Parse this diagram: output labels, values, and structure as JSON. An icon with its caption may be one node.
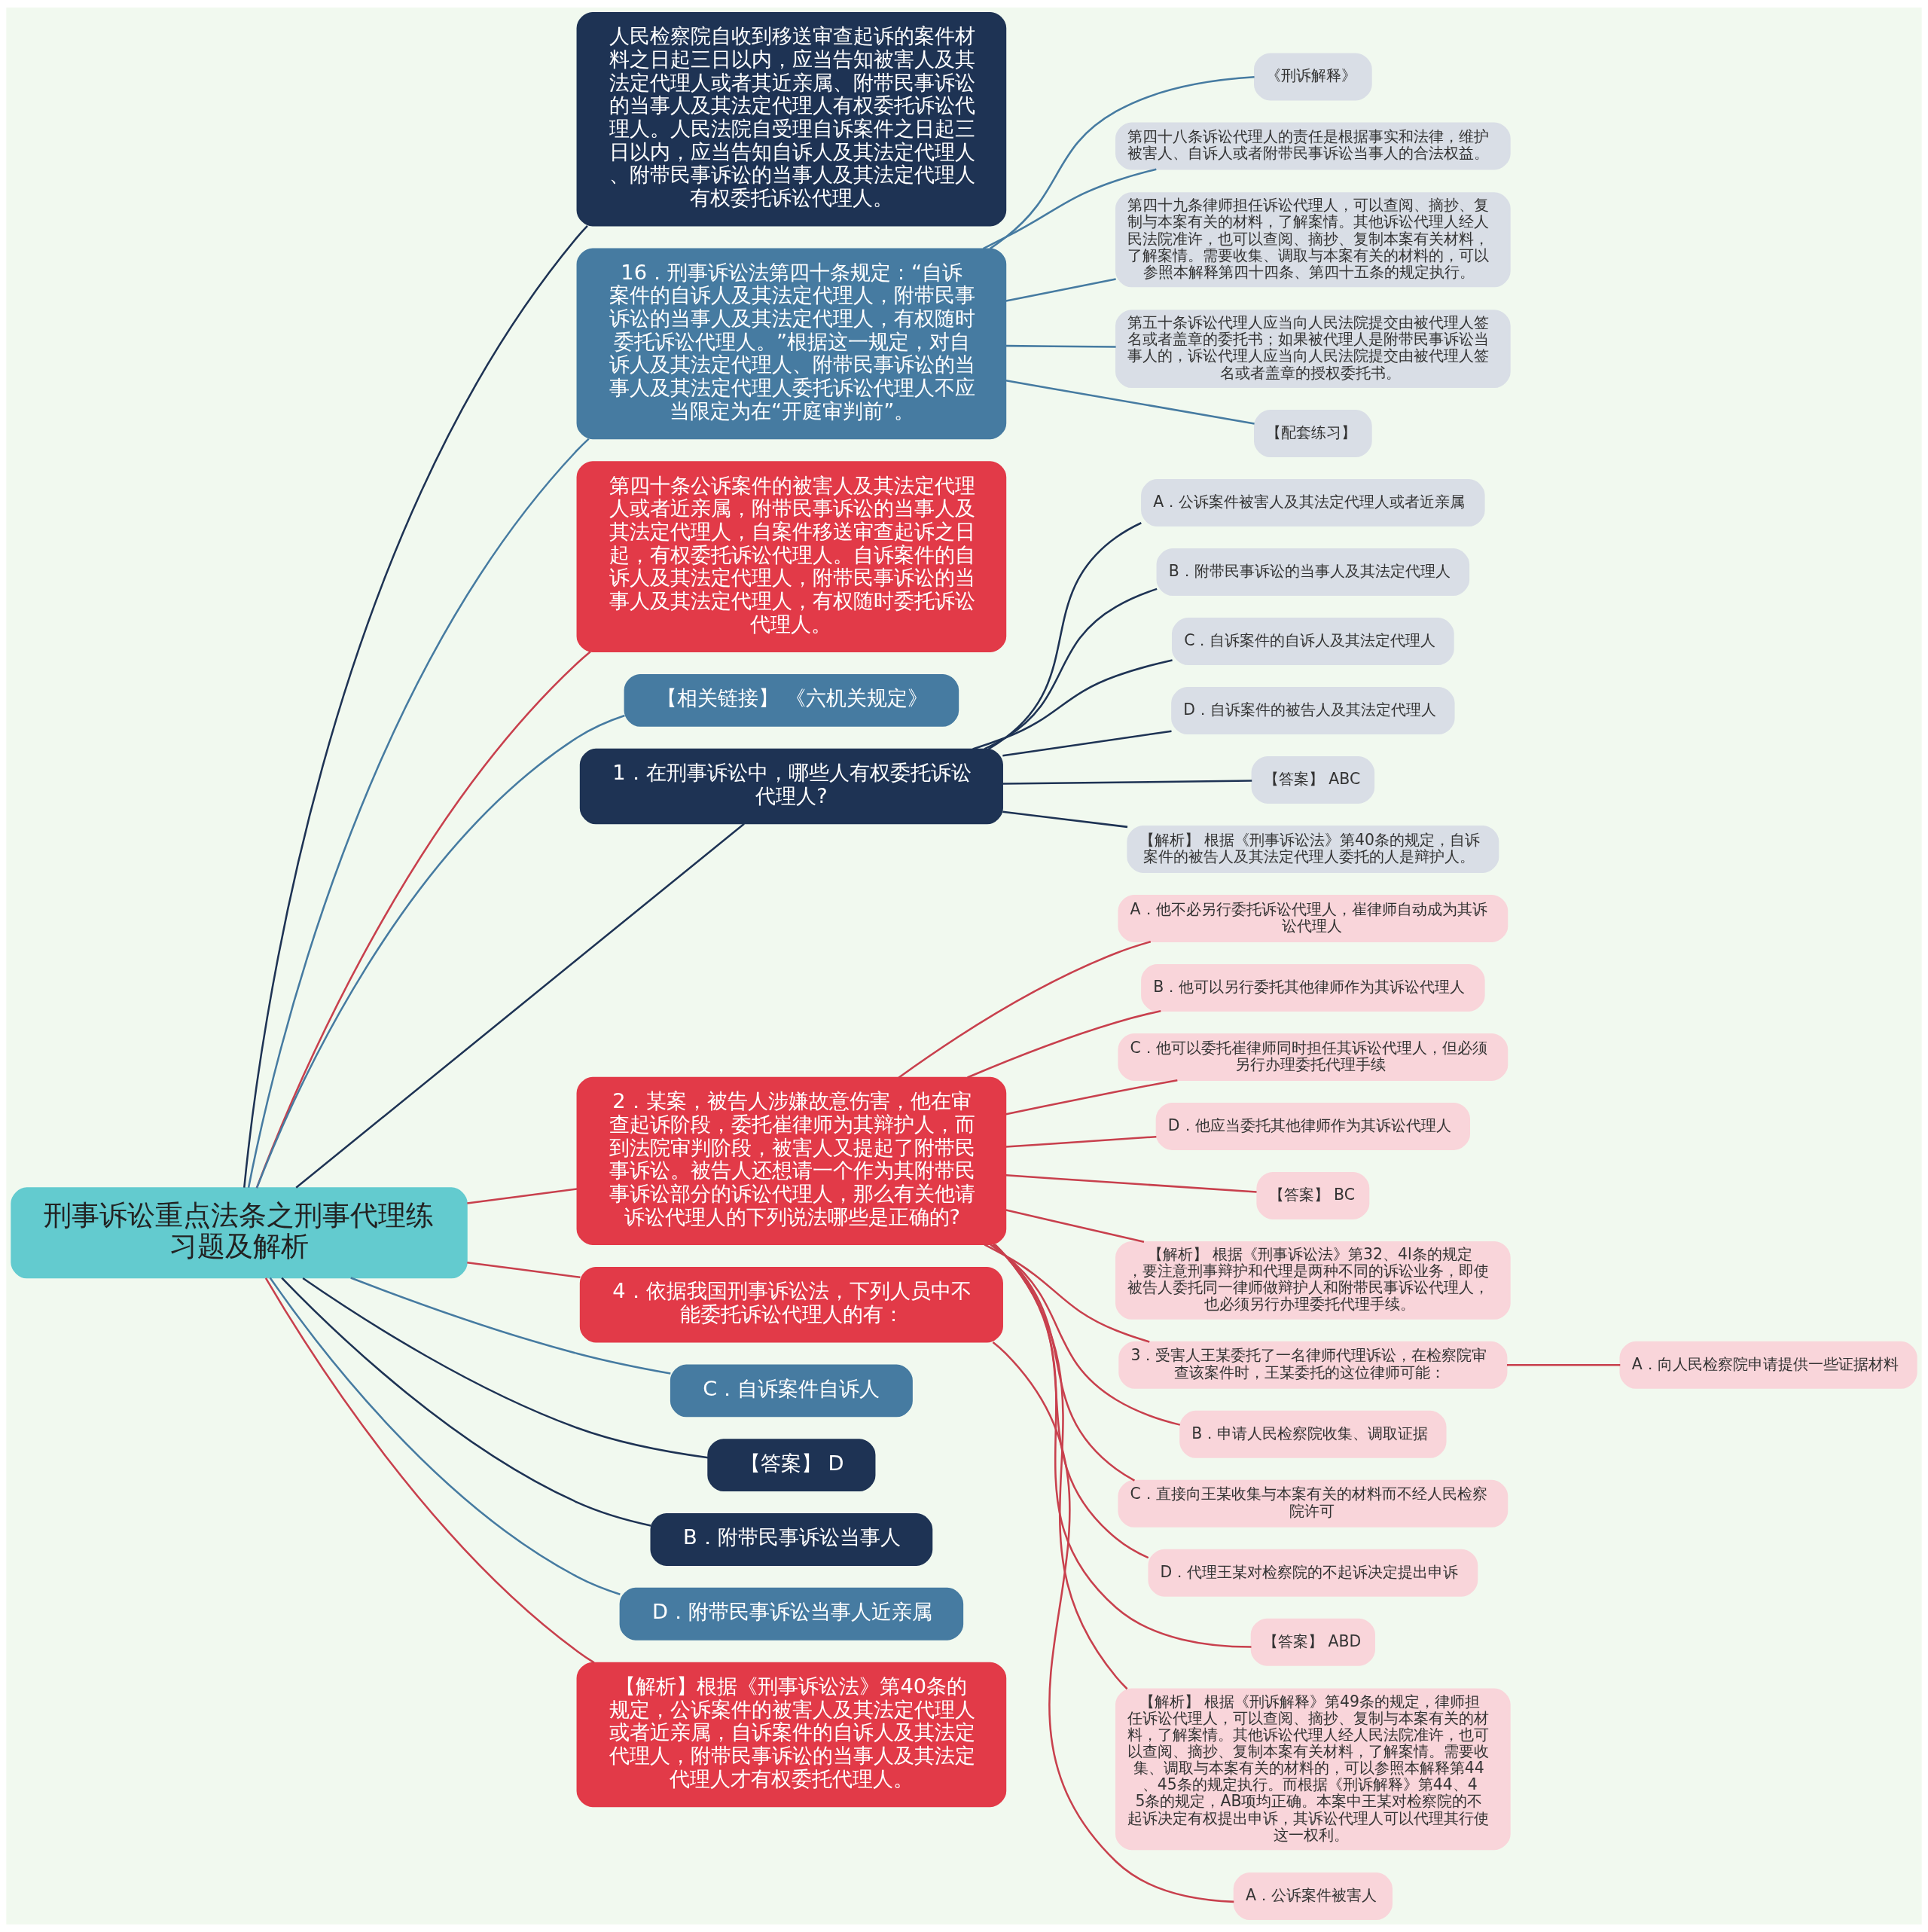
{
  "diagram": {
    "nodes": [
      {
        "text": [
          "刑事诉讼重点法条之刑事代理练习题及解析"
        ]
      },
      {
        "text": [
          "人民检察院自收到移送审查起诉的案件材料之日起三日以内，应当告知被害人及其法定代理人或者其近亲属、附带民事诉讼的当事人及其法定代理人有权委托诉讼代理人。人民法院自受理自诉案件之日起三日以内，应当告知自诉人及其法定代理人、附带民事诉讼的当事人及其法定代理人有权委托诉讼代理人。"
        ]
      },
      {
        "text": [
          "16．刑事诉讼法第四十条规定：“自诉案件的自诉人及其法定代理人，附带民事诉讼的当事人及其法定代理人，有权随时委托诉讼代理人。”根据这一规定，对自诉人及其法定代理人、附带民事诉讼的当事人及其法定代理人委托诉讼代理人不应当限定为在“开庭审判前”。"
        ]
      },
      {
        "text": [
          "《刑诉解释》"
        ]
      },
      {
        "text": [
          "第四十八条诉讼代理人的责任是根据事实和法律，维护被害人、自诉人或者附带民事诉讼当事人的合法权益。"
        ]
      },
      {
        "text": [
          "第四十九条律师担任诉讼代理人，可以查阅、摘抄、复制与本案有关的材料，了解案情。其他诉讼代理人经人民法院准许，也可以查阅、摘抄、复制本案有关材料，了解案情。需要收集、调取与本案有关的材料的，可以参照本解释第四十四条、第四十五条的规定执行。"
        ]
      },
      {
        "text": [
          "第五十条诉讼代理人应当向人民法院提交由被代理人签名或者盖章的委托书；如果被代理人是附带民事诉讼当事人的，诉讼代理人应当向人民法院提交由被代理人签名或者盖章的授权委托书。"
        ]
      },
      {
        "text": [
          "【配套练习】"
        ]
      },
      {
        "text": [
          "第四十条公诉案件的被害人及其法定代理人或者近亲属，附带民事诉讼的当事人及其法定代理人，自案件移送审查起诉之日起，有权委托诉讼代理人。自诉案件的自诉人及其法定代理人，附带民事诉讼的当事人及其法定代理人，有权随时委托诉讼代理人。"
        ]
      },
      {
        "text": [
          "【相关链接】 《六机关规定》"
        ]
      },
      {
        "text": [
          "1．在刑事诉讼中，哪些人有权委托诉讼代理人?"
        ]
      },
      {
        "text": [
          "A．公诉案件被害人及其法定代理人或者近亲属"
        ]
      },
      {
        "text": [
          "B．附带民事诉讼的当事人及其法定代理人"
        ]
      },
      {
        "text": [
          "C．自诉案件的自诉人及其法定代理人"
        ]
      },
      {
        "text": [
          "D．自诉案件的被告人及其法定代理人"
        ]
      },
      {
        "text": [
          "【答案】 ABC"
        ]
      },
      {
        "text": [
          "【解析】 根据《刑事诉讼法》第40条的规定，自诉案件的被告人及其法定代理人委托的人是辩护人。"
        ]
      },
      {
        "text": [
          "2．某案，被告人涉嫌故意伤害，他在审查起诉阶段，委托崔律师为其辩护人，而到法院审判阶段，被害人又提起了附带民事诉讼。被告人还想请一个作为其附带民事诉讼部分的诉讼代理人，那么有关他请诉讼代理人的下列说法哪些是正确的?"
        ]
      },
      {
        "text": [
          "A．他不必另行委托诉讼代理人，崔律师自动成为其诉讼代理人"
        ]
      },
      {
        "text": [
          "B．他可以另行委托其他律师作为其诉讼代理人"
        ]
      },
      {
        "text": [
          "C．他可以委托崔律师同时担任其诉讼代理人，但必须另行办理委托代理手续"
        ]
      },
      {
        "text": [
          "D．他应当委托其他律师作为其诉讼代理人"
        ]
      },
      {
        "text": [
          "【答案】 BC"
        ]
      },
      {
        "text": [
          "【解析】 根据《刑事诉讼法》第32、4l条的规定，要注意刑事辩护和代理是两种不同的诉讼业务，即使被告人委托同一律师做辩护人和附带民事诉讼代理人，也必须另行办理委托代理手续。"
        ]
      },
      {
        "text": [
          "3．受害人王某委托了一名律师代理诉讼，在检察院审查该案件时，王某委托的这位律师可能："
        ]
      },
      {
        "text": [
          "A．向人民检察院申请提供一些证据材料"
        ]
      },
      {
        "text": [
          "B．申请人民检察院收集、调取证据"
        ]
      },
      {
        "text": [
          "C．直接向王某收集与本案有关的材料而不经人民检察院许可"
        ]
      },
      {
        "text": [
          "D．代理王某对检察院的不起诉决定提出申诉"
        ]
      },
      {
        "text": [
          "【答案】 ABD"
        ]
      },
      {
        "text": [
          "【解析】 根据《刑诉解释》第49条的规定，律师担任诉讼代理人，可以查阅、摘抄、复制与本案有关的材料，了解案情。其他诉讼代理人经人民法院准许，也可以查阅、摘抄、复制本案有关材料，了解案情。需要收集、调取与本案有关的材料的，可以参照本解释第44、45条的规定执行。而根据《刑诉解释》第44、45条的规定，AB项均正确。本案中王某对检察院的不起诉决定有权提出申诉，其诉讼代理人可以代理其行使这一权利。"
        ]
      },
      {
        "text": [
          "4．依据我国刑事诉讼法，下列人员中不能委托诉讼代理人的有："
        ]
      },
      {
        "text": [
          "A．公诉案件被害人"
        ]
      },
      {
        "text": [
          "C．自诉案件自诉人"
        ]
      },
      {
        "text": [
          "【答案】 D"
        ]
      },
      {
        "text": [
          "B．附带民事诉讼当事人"
        ]
      },
      {
        "text": [
          "D．附带民事诉讼当事人近亲属"
        ]
      },
      {
        "text": [
          "【解析】根据《刑事诉讼法》第40条的规定，公诉案件的被害人及其法定代理人或者近亲属，自诉案件的自诉人及其法定代理人，附带民事诉讼的当事人及其法定代理人才有权委托代理人。"
        ]
      }
    ],
    "edges": [
      {
        "from": 0,
        "to": 1,
        "arrow": "none",
        "color": "#1e3354"
      },
      {
        "from": 0,
        "to": 2,
        "arrow": "none",
        "color": "#467ba1"
      },
      {
        "from": 2,
        "to": 3,
        "arrow": "none",
        "color": "#467ba1"
      },
      {
        "from": 2,
        "to": 4,
        "arrow": "none",
        "color": "#467ba1"
      },
      {
        "from": 2,
        "to": 5,
        "arrow": "none",
        "color": "#467ba1"
      },
      {
        "from": 2,
        "to": 6,
        "arrow": "none",
        "color": "#467ba1"
      },
      {
        "from": 2,
        "to": 7,
        "arrow": "none",
        "color": "#467ba1"
      },
      {
        "from": 0,
        "to": 8,
        "arrow": "none"
      },
      {
        "from": 0,
        "to": 9,
        "arrow": "none",
        "color": "#467ba1"
      },
      {
        "from": 0,
        "to": 10,
        "arrow": "none",
        "color": "#1e3354"
      },
      {
        "from": 10,
        "to": 11,
        "arrow": "none",
        "color": "#1e3354"
      },
      {
        "from": 10,
        "to": 12,
        "arrow": "none",
        "color": "#1e3354"
      },
      {
        "from": 10,
        "to": 13,
        "arrow": "none",
        "color": "#1e3354"
      },
      {
        "from": 10,
        "to": 14,
        "arrow": "none",
        "color": "#1e3354"
      },
      {
        "from": 10,
        "to": 15,
        "arrow": "none",
        "color": "#1e3354"
      },
      {
        "from": 10,
        "to": 16,
        "arrow": "none",
        "color": "#1e3354"
      },
      {
        "from": 0,
        "to": 17,
        "arrow": "none"
      },
      {
        "from": 17,
        "to": 18,
        "arrow": "none"
      },
      {
        "from": 17,
        "to": 19,
        "arrow": "none"
      },
      {
        "from": 17,
        "to": 20,
        "arrow": "none"
      },
      {
        "from": 17,
        "to": 21,
        "arrow": "none"
      },
      {
        "from": 17,
        "to": 22,
        "arrow": "none"
      },
      {
        "from": 17,
        "to": 23,
        "arrow": "none"
      },
      {
        "from": 17,
        "to": 24,
        "arrow": "none"
      },
      {
        "from": 24,
        "to": 25,
        "arrow": "none"
      },
      {
        "from": 17,
        "to": 26,
        "arrow": "none"
      },
      {
        "from": 17,
        "to": 27,
        "arrow": "none"
      },
      {
        "from": 17,
        "to": 28,
        "arrow": "none"
      },
      {
        "from": 17,
        "to": 29,
        "arrow": "none"
      },
      {
        "from": 17,
        "to": 30,
        "arrow": "none"
      },
      {
        "from": 0,
        "to": 31,
        "arrow": "none"
      },
      {
        "from": 31,
        "to": 32,
        "arrow": "none"
      },
      {
        "from": 0,
        "to": 33,
        "arrow": "none",
        "color": "#467ba1"
      },
      {
        "from": 0,
        "to": 34,
        "arrow": "none",
        "color": "#1e3354"
      },
      {
        "from": 0,
        "to": 35,
        "arrow": "none",
        "color": "#1e3354"
      },
      {
        "from": 0,
        "to": 36,
        "arrow": "none",
        "color": "#467ba1"
      },
      {
        "from": 0,
        "to": 37,
        "arrow": "none"
      }
    ]
  }
}
